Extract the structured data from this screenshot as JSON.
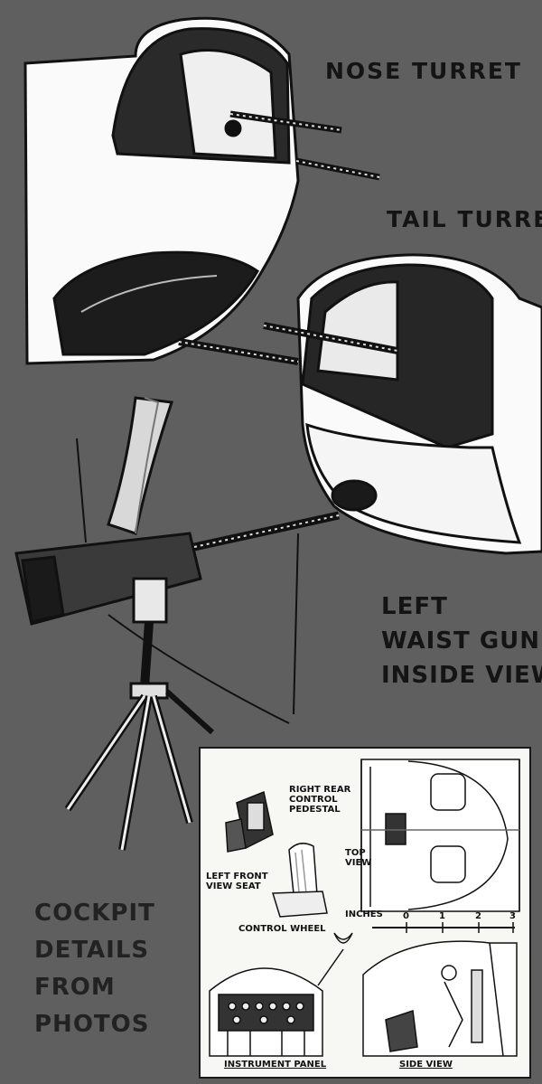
{
  "labels": {
    "nose_turret": "NOSE TURRET",
    "tail_turret": "TAIL TURRE",
    "waist_gun": [
      "LEFT",
      "WAIST GUN",
      "INSIDE VIEW"
    ],
    "cockpit": [
      "COCKPIT",
      "DETAILS",
      "FROM",
      "PHOTOS"
    ]
  },
  "inset": {
    "pedestal": [
      "RIGHT REAR",
      "CONTROL",
      "PEDESTAL"
    ],
    "seat": [
      "LEFT FRONT",
      "VIEW SEAT"
    ],
    "top_view": [
      "TOP",
      "VIEW"
    ],
    "inches_label": "INCHES",
    "scale_ticks": [
      "0",
      "1",
      "2",
      "3"
    ],
    "control_wheel": "CONTROL WHEEL",
    "instrument_panel": "INSTRUMENT PANEL",
    "side_view": "SIDE VIEW"
  }
}
